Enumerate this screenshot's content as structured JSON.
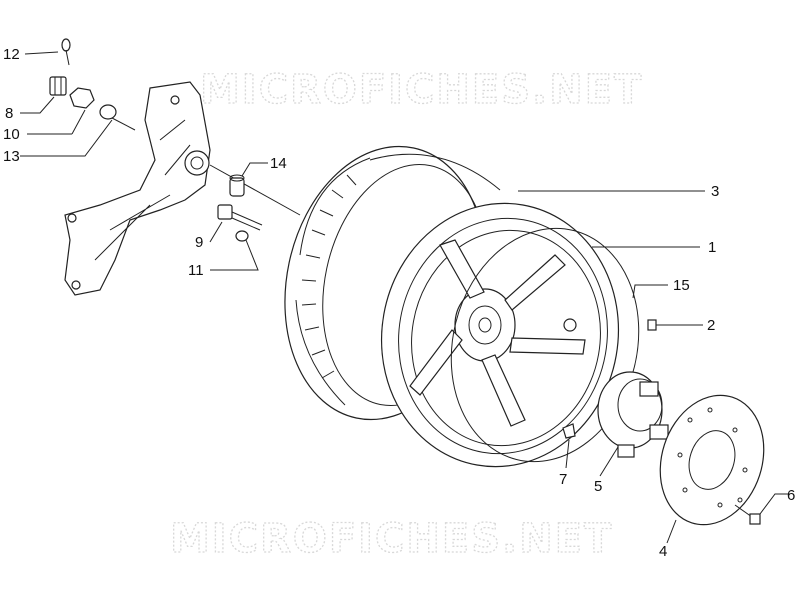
{
  "watermark": {
    "top_text": "MICROFICHES.NET",
    "bottom_text": "MICROFICHES.NET"
  },
  "callouts": [
    {
      "id": "c12",
      "label": "12"
    },
    {
      "id": "c8",
      "label": "8"
    },
    {
      "id": "c10",
      "label": "10"
    },
    {
      "id": "c13",
      "label": "13"
    },
    {
      "id": "c14",
      "label": "14"
    },
    {
      "id": "c9",
      "label": "9"
    },
    {
      "id": "c11",
      "label": "11"
    },
    {
      "id": "c3",
      "label": "3"
    },
    {
      "id": "c1",
      "label": "1"
    },
    {
      "id": "c15",
      "label": "15"
    },
    {
      "id": "c2",
      "label": "2"
    },
    {
      "id": "c7",
      "label": "7"
    },
    {
      "id": "c5",
      "label": "5"
    },
    {
      "id": "c4",
      "label": "4"
    },
    {
      "id": "c6",
      "label": "6"
    }
  ]
}
